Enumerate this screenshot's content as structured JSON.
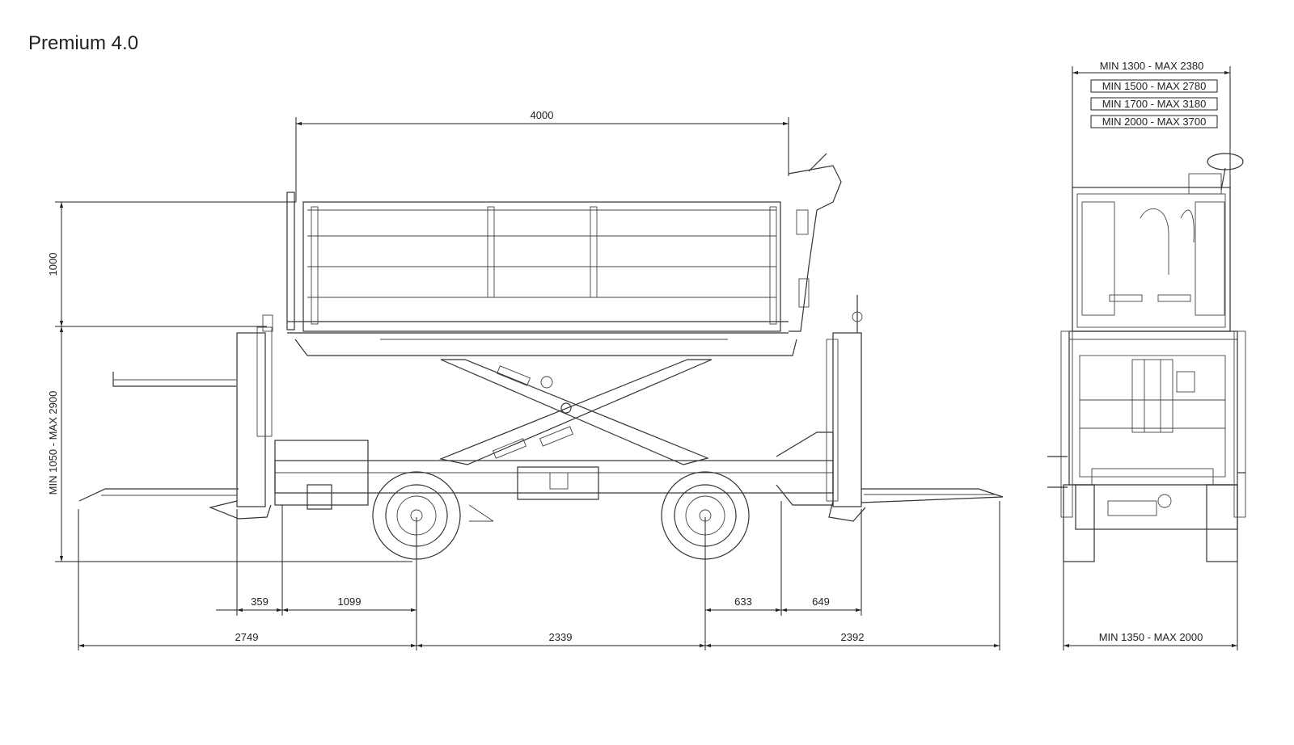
{
  "title": "Premium 4.0",
  "side_view": {
    "platform_length": "4000",
    "railing_height": "1000",
    "platform_height_range": "MIN 1050 - MAX 2900",
    "sub_dims": [
      "359",
      "1099",
      "633",
      "649"
    ],
    "main_dims": [
      "2749",
      "2339",
      "2392"
    ]
  },
  "front_view": {
    "platform_widths": [
      "MIN 1300 - MAX 2380",
      "MIN 1500 - MAX 2780",
      "MIN 1700 - MAX 3180",
      "MIN 2000 - MAX 3700"
    ],
    "track_width": "MIN 1350 - MAX 2000"
  }
}
